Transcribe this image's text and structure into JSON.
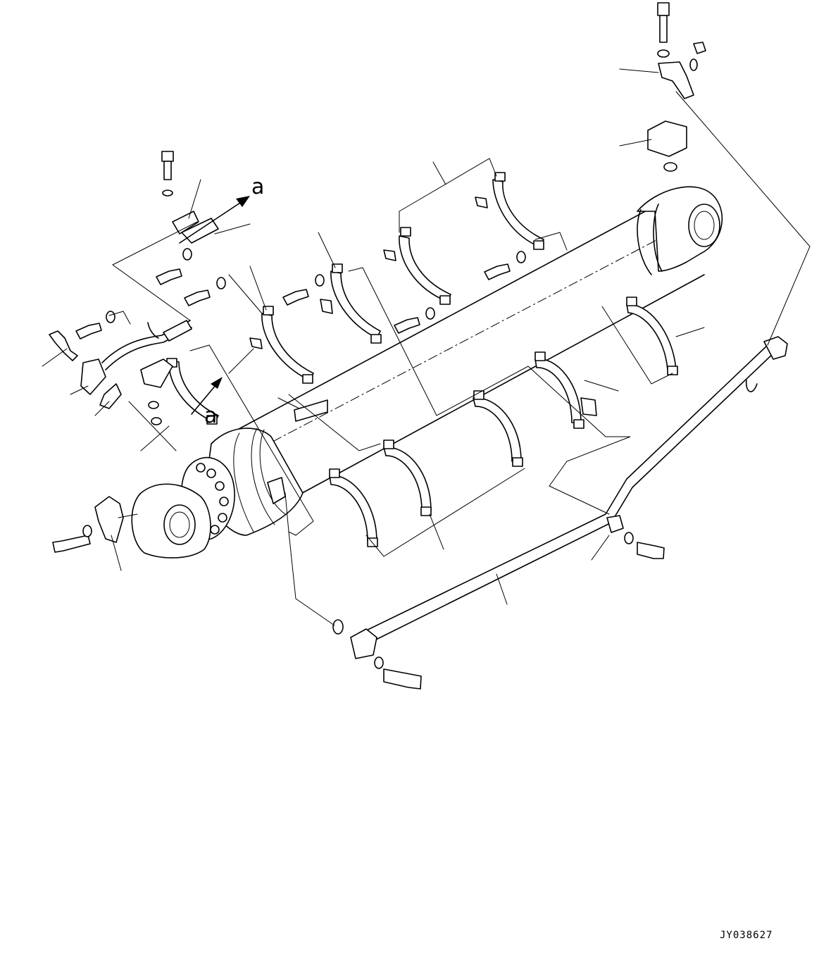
{
  "diagram": {
    "view_labels": [
      "a",
      "a"
    ],
    "drawing_code": "JY038627"
  }
}
